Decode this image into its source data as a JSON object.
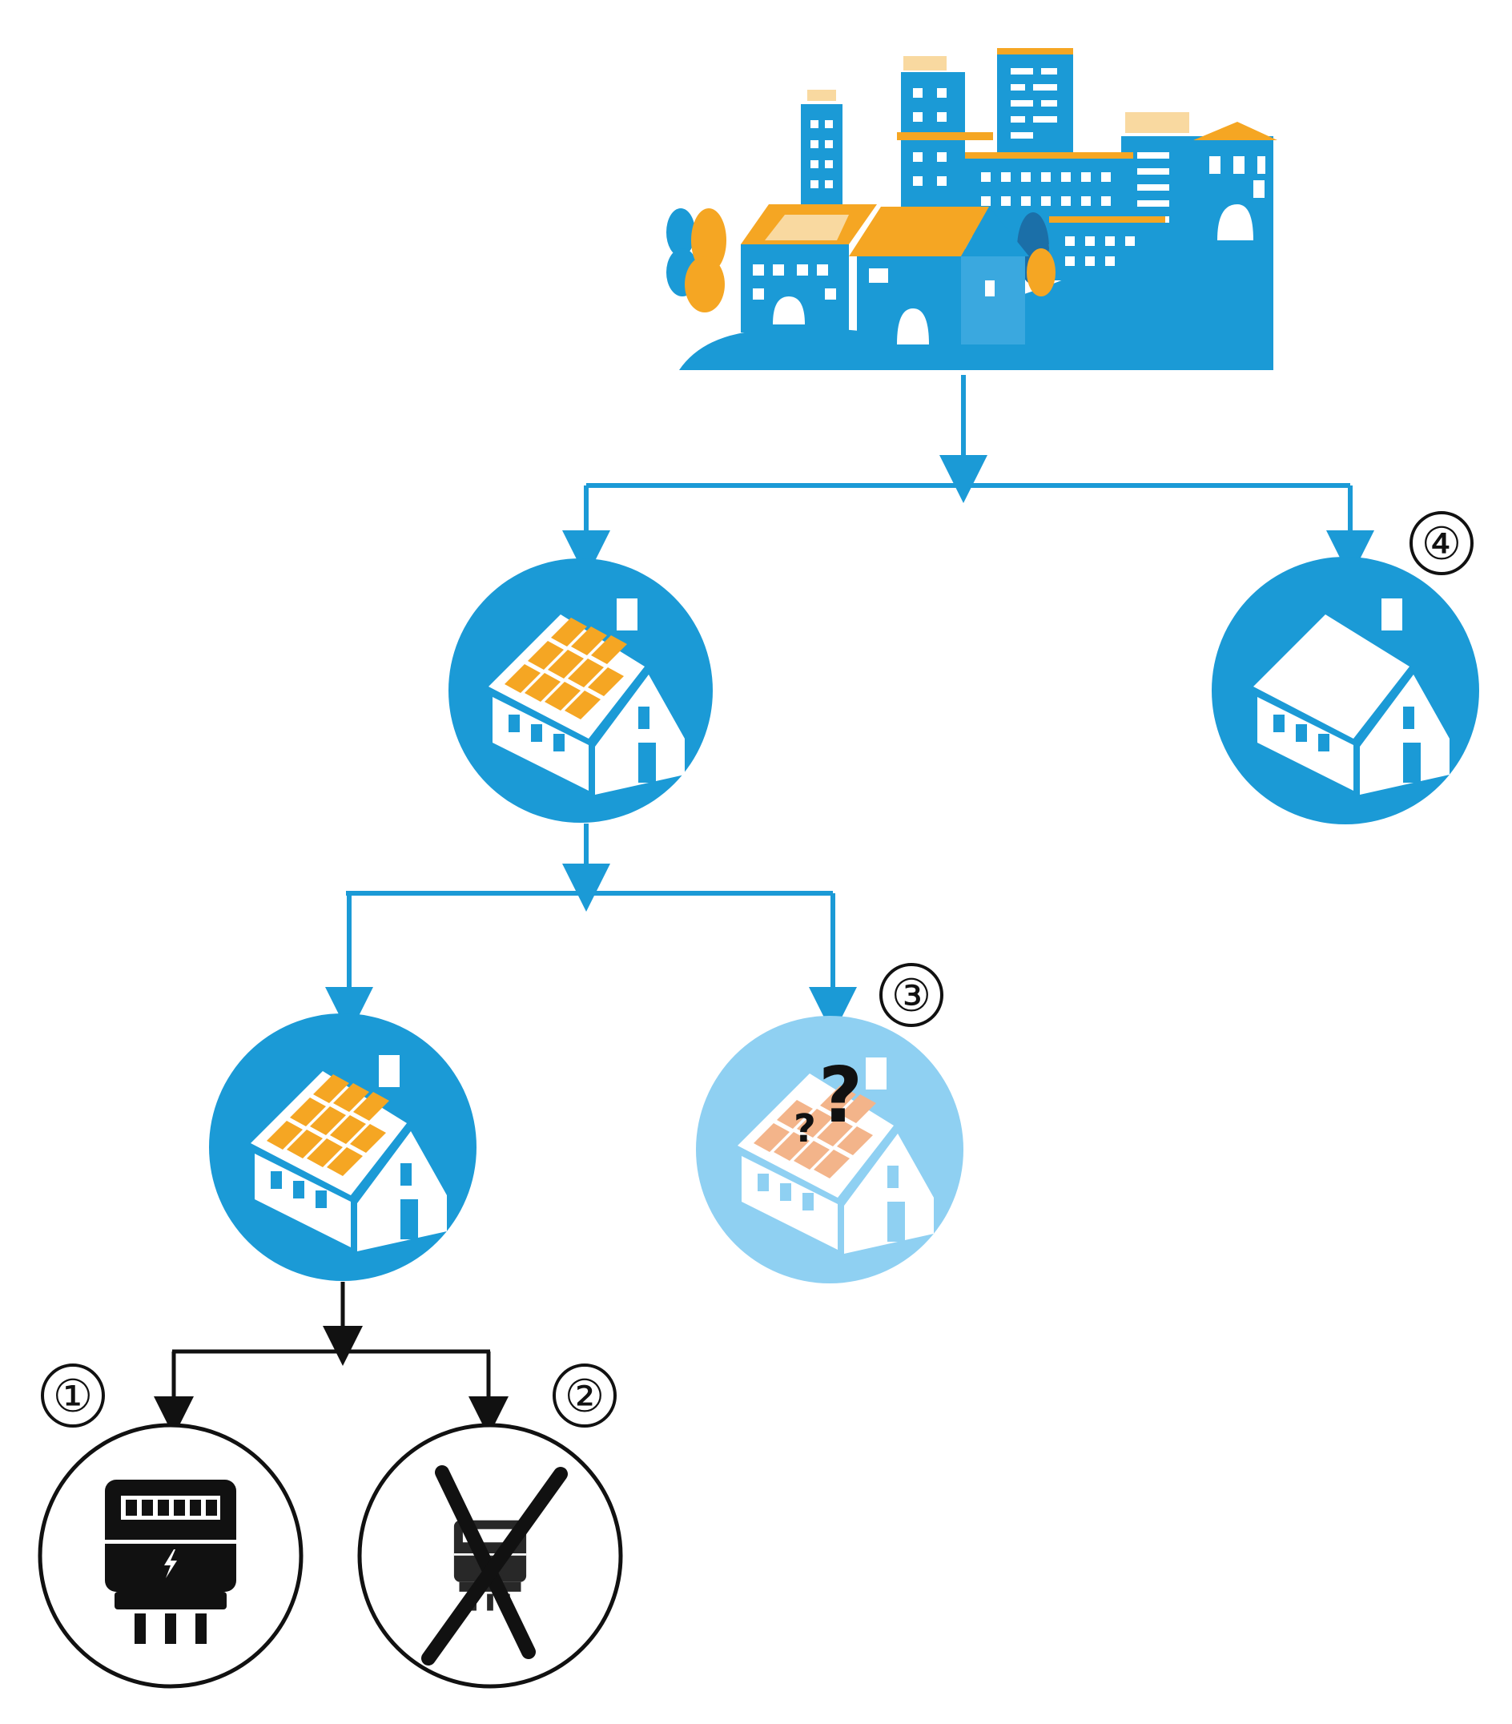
{
  "labels": {
    "meter_with_pv": "①",
    "meter_missing": "②",
    "unknown_pv_house": "③",
    "house_without_pv": "④"
  },
  "icons": {
    "root": "city-with-solar-icon",
    "pv_house": "house-with-solar-panels-icon",
    "plain_house": "house-icon",
    "unknown_house": "house-unknown-solar-icon",
    "meter": "electricity-meter-icon",
    "no_meter": "crossed-out-meter-icon"
  },
  "colors": {
    "blue": "#1b9ad6",
    "light_blue": "#8fd0f2",
    "orange": "#f5a623",
    "light_orange": "#f3b48a",
    "dark": "#111111",
    "white": "#ffffff"
  }
}
